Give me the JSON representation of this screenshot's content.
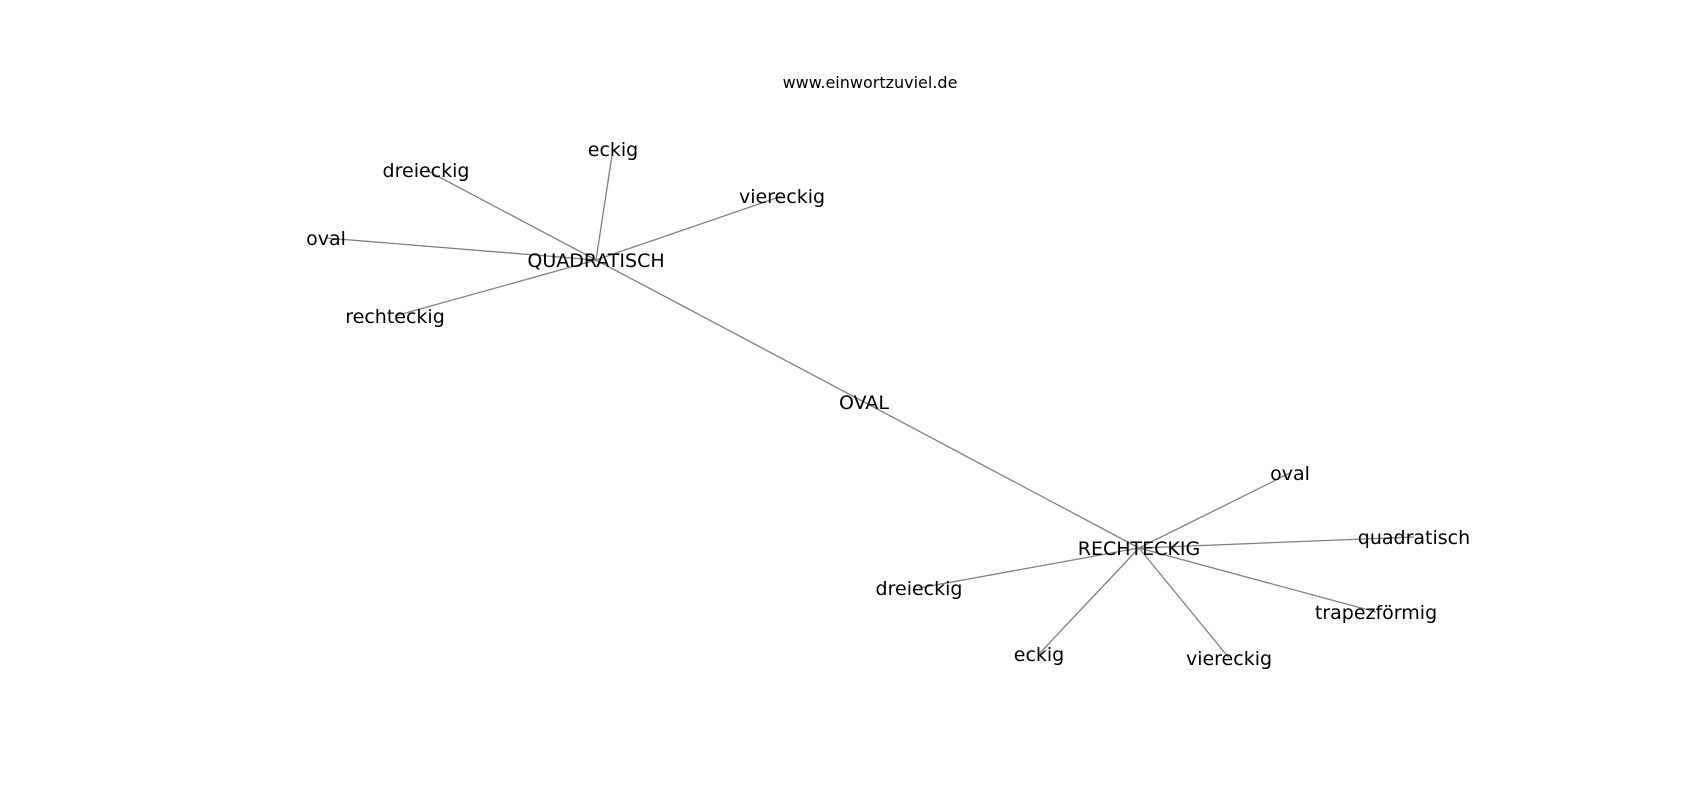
{
  "header": {
    "title": "www.einwortzuviel.de"
  },
  "graph": {
    "nodes": [
      {
        "id": "oval_center",
        "label": "OVAL"
      },
      {
        "id": "quadratisch_hub",
        "label": "QUADRATISCH"
      },
      {
        "id": "rechteckig_hub",
        "label": "RECHTECKIG"
      },
      {
        "id": "q_eckig",
        "label": "eckig"
      },
      {
        "id": "q_dreieckig",
        "label": "dreieckig"
      },
      {
        "id": "q_viereckig",
        "label": "viereckig"
      },
      {
        "id": "q_oval",
        "label": "oval"
      },
      {
        "id": "q_rechteckig",
        "label": "rechteckig"
      },
      {
        "id": "r_oval",
        "label": "oval"
      },
      {
        "id": "r_quadratisch",
        "label": "quadratisch"
      },
      {
        "id": "r_trapezfoermig",
        "label": "trapezförmig"
      },
      {
        "id": "r_dreieckig",
        "label": "dreieckig"
      },
      {
        "id": "r_eckig",
        "label": "eckig"
      },
      {
        "id": "r_viereckig",
        "label": "viereckig"
      }
    ],
    "edges": [
      [
        "quadratisch_hub",
        "oval_center"
      ],
      [
        "oval_center",
        "rechteckig_hub"
      ],
      [
        "quadratisch_hub",
        "q_eckig"
      ],
      [
        "quadratisch_hub",
        "q_dreieckig"
      ],
      [
        "quadratisch_hub",
        "q_viereckig"
      ],
      [
        "quadratisch_hub",
        "q_oval"
      ],
      [
        "quadratisch_hub",
        "q_rechteckig"
      ],
      [
        "rechteckig_hub",
        "r_oval"
      ],
      [
        "rechteckig_hub",
        "r_quadratisch"
      ],
      [
        "rechteckig_hub",
        "r_trapezfoermig"
      ],
      [
        "rechteckig_hub",
        "r_dreieckig"
      ],
      [
        "rechteckig_hub",
        "r_eckig"
      ],
      [
        "rechteckig_hub",
        "r_viereckig"
      ]
    ]
  }
}
